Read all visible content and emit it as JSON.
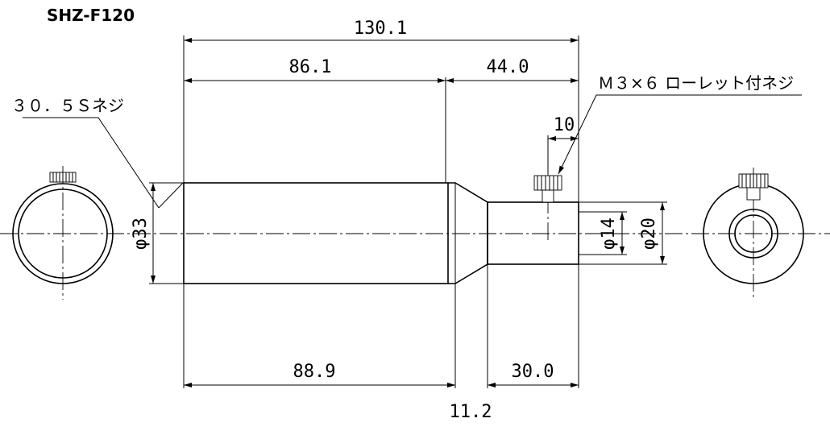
{
  "title": "SHZ-F120",
  "dimensions": {
    "overall_length": "130.1",
    "body_upper": "86.1",
    "tip_upper": "44.0",
    "screw_offset": "10",
    "body_lower": "88.9",
    "taper_length": "11.2",
    "tip_lower": "30.0",
    "body_diameter": "φ33",
    "tip_inner_diameter": "φ14",
    "tip_outer_diameter": "φ20"
  },
  "notes": {
    "thread": "３０．５Ｓネジ",
    "knurled_screw": "Ｍ３×６ ローレット付ネジ"
  }
}
